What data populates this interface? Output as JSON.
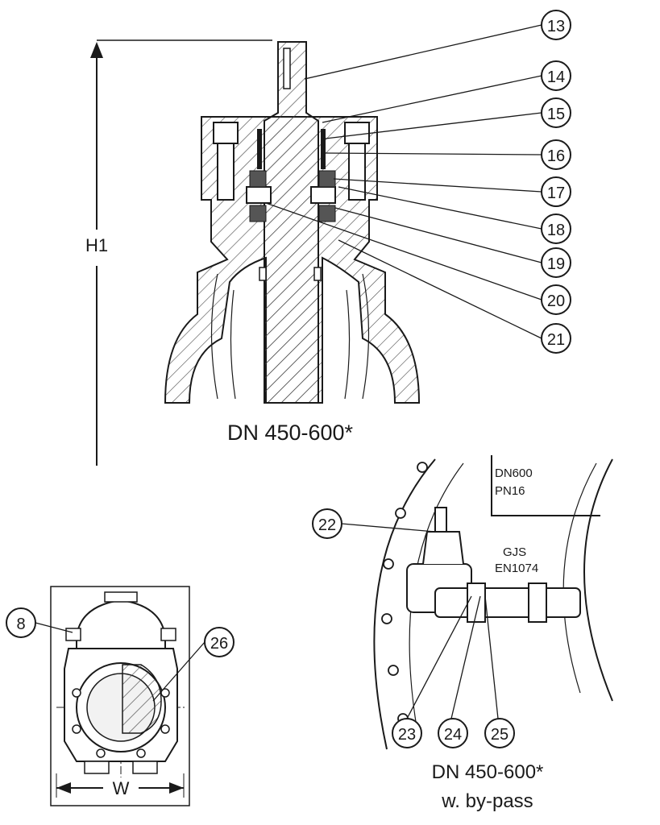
{
  "callouts_top": [
    "13",
    "14",
    "15",
    "16",
    "17",
    "18",
    "19",
    "20",
    "21"
  ],
  "callouts_bypass": [
    "22",
    "23",
    "24",
    "25"
  ],
  "callouts_small": [
    "8",
    "26"
  ],
  "dimension_h": "H1",
  "dimension_w": "W",
  "caption_top": "DN 450-600*",
  "caption_bypass_1": "DN 450-600*",
  "caption_bypass_2": "w. by-pass",
  "body_marking": [
    "DN600",
    "PN16",
    "GJS",
    "EN1074"
  ],
  "colors": {
    "line": "#1a1a1a",
    "background": "#ffffff",
    "hatch": "#444444"
  }
}
